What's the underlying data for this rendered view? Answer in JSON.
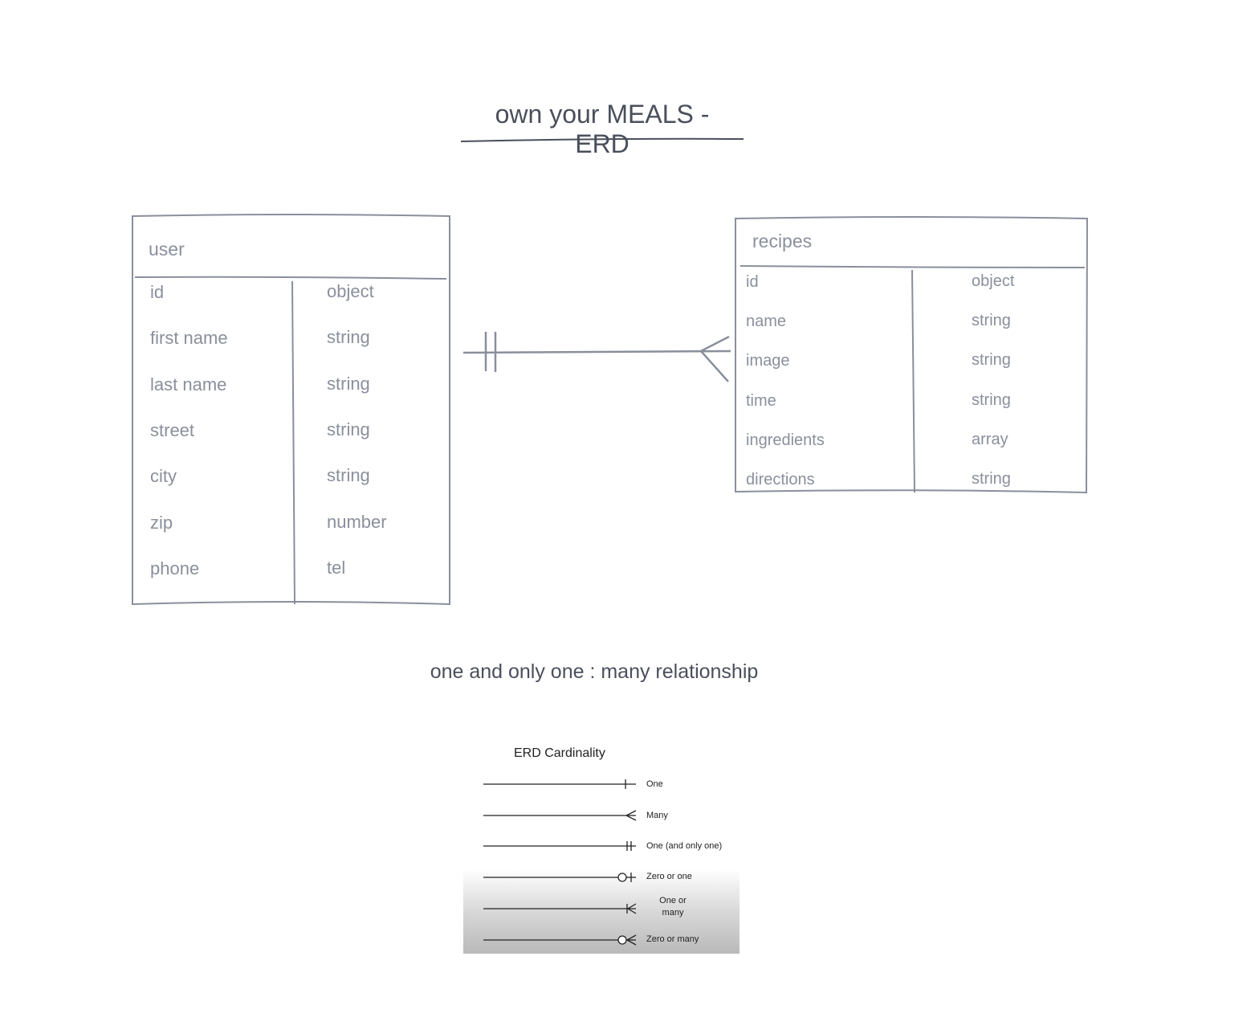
{
  "title": "own your MEALS - ERD",
  "tables": {
    "user": {
      "name": "user",
      "fields": [
        {
          "name": "id",
          "type": "object"
        },
        {
          "name": "first name",
          "type": "string"
        },
        {
          "name": "last name",
          "type": "string"
        },
        {
          "name": "street",
          "type": "string"
        },
        {
          "name": "city",
          "type": "string"
        },
        {
          "name": "zip",
          "type": "number"
        },
        {
          "name": "phone",
          "type": "tel"
        }
      ]
    },
    "recipes": {
      "name": "recipes",
      "fields": [
        {
          "name": "id",
          "type": "object"
        },
        {
          "name": "name",
          "type": "string"
        },
        {
          "name": "image",
          "type": "string"
        },
        {
          "name": "time",
          "type": "string"
        },
        {
          "name": "ingredients",
          "type": "array"
        },
        {
          "name": "directions",
          "type": "string"
        }
      ]
    }
  },
  "relationship": {
    "from": "user",
    "to": "recipes",
    "from_cardinality": "one-and-only-one",
    "to_cardinality": "many",
    "caption": "one and only one : many relationship"
  },
  "legend": {
    "title": "ERD Cardinality",
    "items": [
      {
        "label": "One",
        "symbol": "one"
      },
      {
        "label": "Many",
        "symbol": "many"
      },
      {
        "label": "One (and only one)",
        "symbol": "one-and-only-one"
      },
      {
        "label": "Zero or one",
        "symbol": "zero-or-one"
      },
      {
        "label": "One or many",
        "symbol": "one-or-many"
      },
      {
        "label": "Zero or many",
        "symbol": "zero-or-many"
      }
    ]
  },
  "colors": {
    "stroke": "#8a8f9c",
    "heading_text": "#4a4f5c",
    "legend_ink": "#222222"
  }
}
